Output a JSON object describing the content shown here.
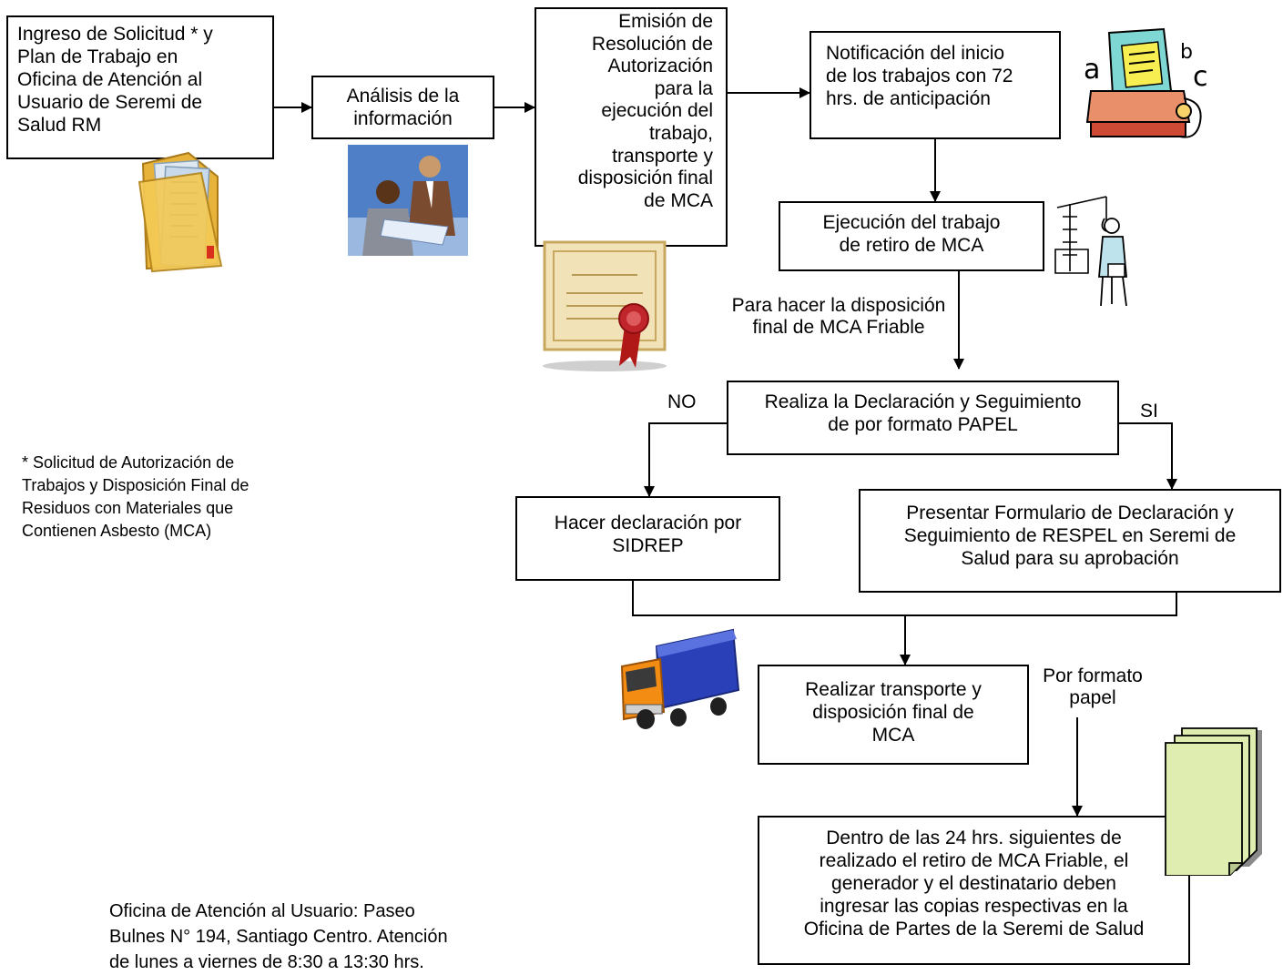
{
  "boxes": {
    "ingreso": "Ingreso de Solicitud * y\nPlan de Trabajo en\nOficina de Atención al\nUsuario de Seremi de\nSalud RM",
    "analisis": "Análisis de la\ninformación",
    "emision": "Emisión de\nResolución de\nAutorización\npara la\nejecución del\ntrabajo,\ntransporte y\ndisposición final\nde MCA",
    "notificacion": "Notificación del inicio\nde los trabajos con 72\nhrs. de anticipación",
    "ejecucion": "Ejecución del  trabajo\nde retiro de MCA",
    "declaracion": "Realiza la Declaración y Seguimiento\nde por formato PAPEL",
    "sidrep": "Hacer declaración por\nSIDREP",
    "formulario": "Presentar Formulario de Declaración y\nSeguimiento de RESPEL en Seremi de\nSalud para su aprobación",
    "transporte": "Realizar transporte y\ndisposición final de\nMCA",
    "dentro": "Dentro de las 24 hrs. siguientes  de\nrealizado el retiro de MCA Friable, el\ngenerador y el destinatario deben\ningresar las copias respectivas en la\nOficina de Partes de la Seremi de Salud"
  },
  "labels": {
    "disposicion": "Para hacer la disposición\nfinal de  MCA Friable",
    "no": "NO",
    "si": "SI",
    "por_formato": "Por formato\npapel"
  },
  "notes": {
    "asterisk": "* Solicitud de Autorización de\nTrabajos y Disposición Final de\nResiduos con Materiales que\nContienen Asbesto (MCA)",
    "oficina": "Oficina de Atención al Usuario: Paseo\nBulnes N° 194, Santiago Centro. Atención\nde lunes a viernes de 8:30 a 13:30 hrs."
  },
  "icons": [
    "folder-icon",
    "meeting-people-icon",
    "certificate-icon",
    "typewriter-icon",
    "construction-worker-icon",
    "truck-icon",
    "document-stack-icon"
  ]
}
